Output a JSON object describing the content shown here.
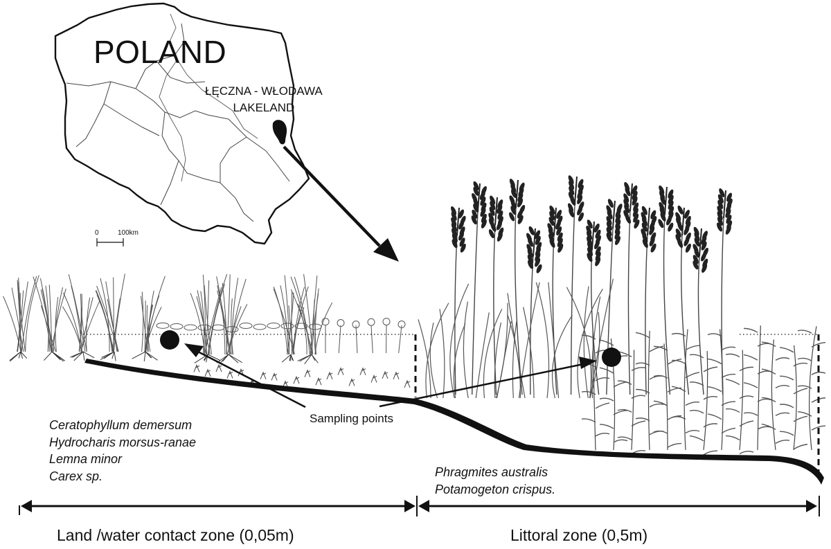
{
  "map": {
    "country_label": "POLAND",
    "region_label_line1": "ŁĘCZNA - WŁODAWA",
    "region_label_line2": "LAKELAND",
    "scale_start": "0",
    "scale_end": "100km"
  },
  "zones": {
    "left_species": [
      "Ceratophyllum demersum",
      "Hydrocharis morsus-ranae",
      "Lemna minor",
      "Carex sp."
    ],
    "right_species": [
      "Phragmites australis",
      "Potamogeton crispus."
    ],
    "sampling_label": "Sampling points",
    "left_zone_label": "Land /water contact zone (0,05m)",
    "right_zone_label": "Littoral zone (0,5m)"
  },
  "colors": {
    "ink": "#111111",
    "plant_stroke": "#555555",
    "reed_head": "#222222"
  },
  "icons": [
    "lake-marker-icon",
    "sampling-point-icon",
    "arrow-icon"
  ]
}
